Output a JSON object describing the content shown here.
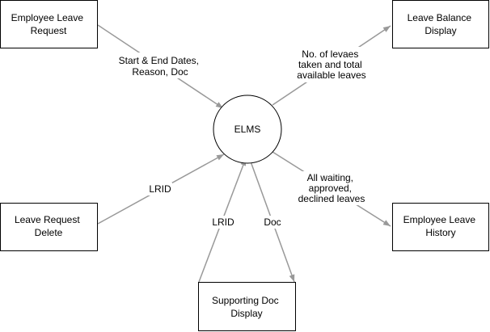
{
  "diagram": {
    "center": {
      "label": "ELMS"
    },
    "nodes": {
      "employee_leave_request": [
        "Employee Leave",
        "Request"
      ],
      "leave_balance_display": [
        "Leave Balance",
        "Display"
      ],
      "leave_request_delete": [
        "Leave Request",
        "Delete"
      ],
      "employee_leave_history": [
        "Employee Leave",
        "History"
      ],
      "supporting_doc_display": [
        "Supporting Doc",
        "Display"
      ]
    },
    "edges": {
      "request_to_elms": [
        "Start & End Dates,",
        "Reason, Doc"
      ],
      "elms_to_balance": [
        "No. of levaes",
        "taken and total",
        "available leaves"
      ],
      "delete_to_elms": [
        "LRID"
      ],
      "elms_to_history": [
        "All waiting,",
        "approved,",
        "declined leaves"
      ],
      "supportdoc_to_elms": [
        "LRID"
      ],
      "elms_to_supportdoc": [
        "Doc"
      ]
    },
    "colors": {
      "arrow": "#999999",
      "stroke": "#000000",
      "fill": "#ffffff"
    }
  }
}
